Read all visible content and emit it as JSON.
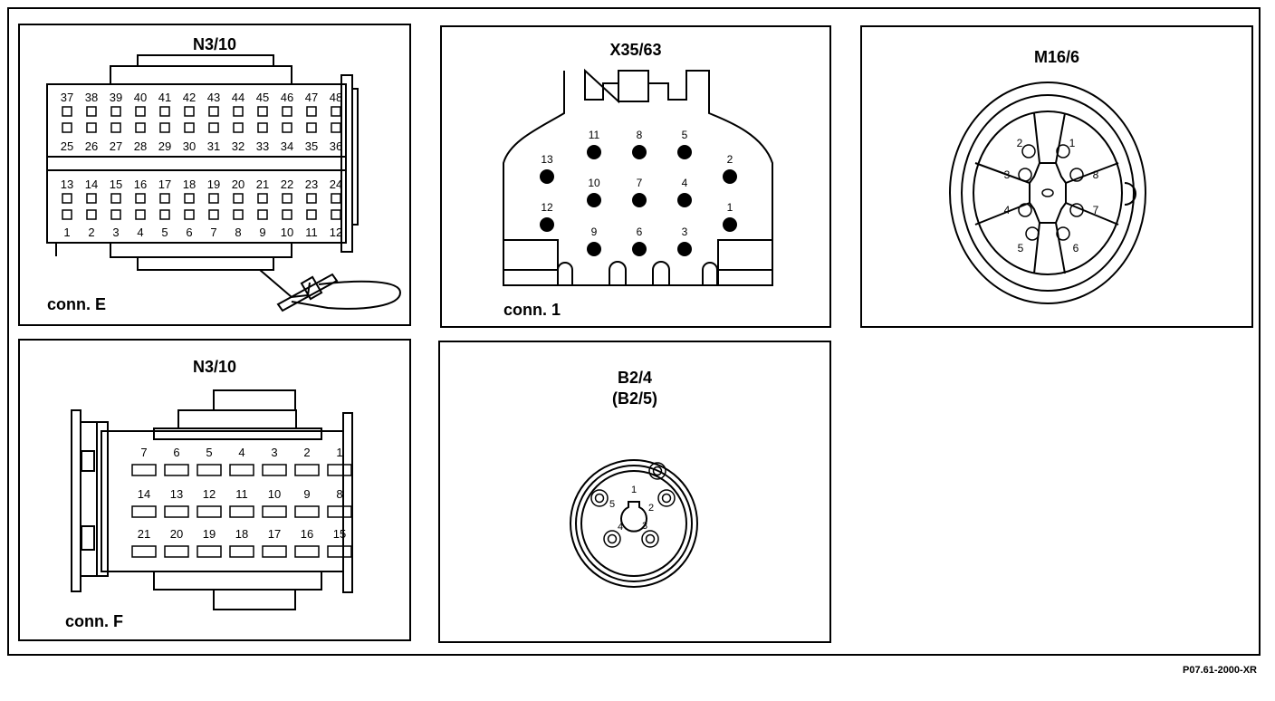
{
  "panels": {
    "e": {
      "title": "N3/10",
      "label": "conn. E",
      "row_top_numbers": [
        "37",
        "38",
        "39",
        "40",
        "41",
        "42",
        "43",
        "44",
        "45",
        "46",
        "47",
        "48"
      ],
      "row_mid_numbers": [
        "25",
        "26",
        "27",
        "28",
        "29",
        "30",
        "31",
        "32",
        "33",
        "34",
        "35",
        "36"
      ],
      "row_lower_numbers": [
        "13",
        "14",
        "15",
        "16",
        "17",
        "18",
        "19",
        "20",
        "21",
        "22",
        "23",
        "24"
      ],
      "row_bottom_numbers": [
        "1",
        "2",
        "3",
        "4",
        "5",
        "6",
        "7",
        "8",
        "9",
        "10",
        "11",
        "12"
      ]
    },
    "x35": {
      "title": "X35/63",
      "label": "conn. 1",
      "pins": [
        "11",
        "8",
        "5",
        "13",
        "2",
        "10",
        "7",
        "4",
        "12",
        "1",
        "9",
        "6",
        "3"
      ]
    },
    "m16": {
      "title": "M16/6",
      "pins": [
        "2",
        "1",
        "3",
        "8",
        "4",
        "7",
        "5",
        "6"
      ]
    },
    "f": {
      "title": "N3/10",
      "label": "conn. F",
      "row1": [
        "7",
        "6",
        "5",
        "4",
        "3",
        "2",
        "1"
      ],
      "row2": [
        "14",
        "13",
        "12",
        "11",
        "10",
        "9",
        "8"
      ],
      "row3": [
        "21",
        "20",
        "19",
        "18",
        "17",
        "16",
        "15"
      ]
    },
    "b2": {
      "title": "B2/4",
      "subtitle": "(B2/5)",
      "pins": [
        "1",
        "2",
        "3",
        "4",
        "5"
      ]
    }
  },
  "figure_code": "P07.61-2000-XR"
}
